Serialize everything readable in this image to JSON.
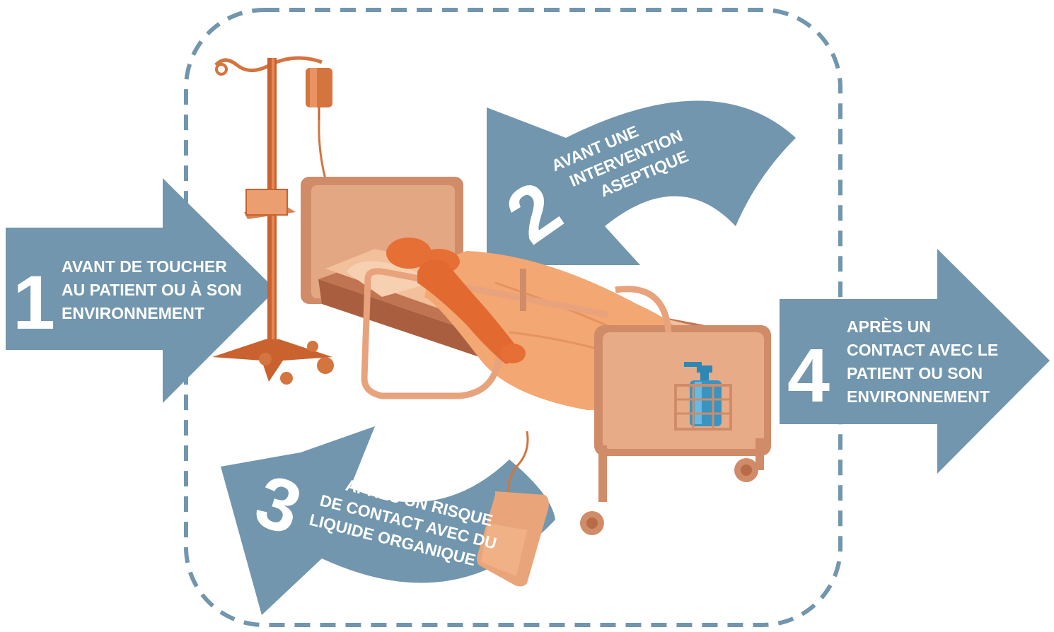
{
  "colors": {
    "arrow": "#7196ad",
    "zone_border": "#7196ad",
    "bed_frame": "#e8a27c",
    "bed_dark": "#c9734a",
    "patient": "#e66f36",
    "sheet": "#f3a772",
    "iv_pole": "#d4743f",
    "sanitizer": "#3a94c1"
  },
  "moments": [
    {
      "number": "1",
      "lines": [
        "AVANT DE TOUCHER",
        "AU PATIENT OU À SON",
        "ENVIRONNEMENT"
      ]
    },
    {
      "number": "2",
      "lines": [
        "AVANT UNE",
        "INTERVENTION",
        "ASEPTIQUE"
      ]
    },
    {
      "number": "3",
      "lines": [
        "APRÈS UN RISQUE",
        "DE CONTACT AVEC DU",
        "LIQUIDE ORGANIQUE"
      ]
    },
    {
      "number": "4",
      "lines": [
        "APRÈS UN",
        "CONTACT AVEC LE",
        "PATIENT OU SON",
        "ENVIRONNEMENT"
      ]
    }
  ],
  "icons": {
    "bed": "hospital-bed-icon",
    "patient": "patient-figure-icon",
    "iv": "iv-drip-stand-icon",
    "bag": "drainage-bag-icon",
    "sanitizer": "hand-sanitizer-icon"
  }
}
